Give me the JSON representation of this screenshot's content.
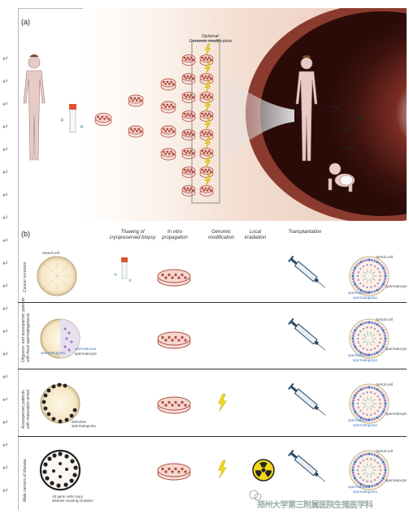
{
  "panel_a": {
    "label": "(a)",
    "optional_box_label": "Optional:\nGenomic modification"
  },
  "panel_b": {
    "label": "(b)",
    "headers": [
      "Thawing of\ncryopreserved biopsy",
      "In vitro\npropagation",
      "Genomic\nmodification",
      "Local\nirradiation",
      "Transplantation"
    ],
    "rows": [
      {
        "side_label": "Cancer survivors",
        "left_label": "Sertoli cell",
        "right_labels": [
          "Sertoli cell",
          "spermatocyte",
          "spermatozoa",
          "spermatogonia"
        ]
      },
      {
        "side_label": "Oligozoo- and azoospermic patients\nwith focal spermatogenesis",
        "left_labels": [
          "spermatogonia",
          "spermatocyte",
          "spermatozoa"
        ],
        "right_labels": [
          "Sertoli cell",
          "spermatocyte",
          "spermatozoa",
          "spermatogonia"
        ]
      },
      {
        "side_label": "Azoospermic patients\nwith maturation arrest",
        "left_label": "defective\nspermatogonia",
        "right_labels": [
          "Sertoli cell",
          "spermatocyte",
          "spermatozoa",
          "spermatogonia"
        ]
      },
      {
        "side_label": "Male carriers of disease",
        "left_label": "All germ cells carry\ndisease causing mutation",
        "right_labels": [
          "Sertoli cell",
          "spermatocyte",
          "spermatozoa",
          "spermatogonia"
        ]
      }
    ]
  },
  "watermark": "郑州大学第三附属医院生殖医学科",
  "colors": {
    "skin": "#e6cbc6",
    "dish_rim": "#b04a3a",
    "uterus_dark": "#5a1e18",
    "bolt": "#f2d81a",
    "needle": "#2b4a66"
  }
}
